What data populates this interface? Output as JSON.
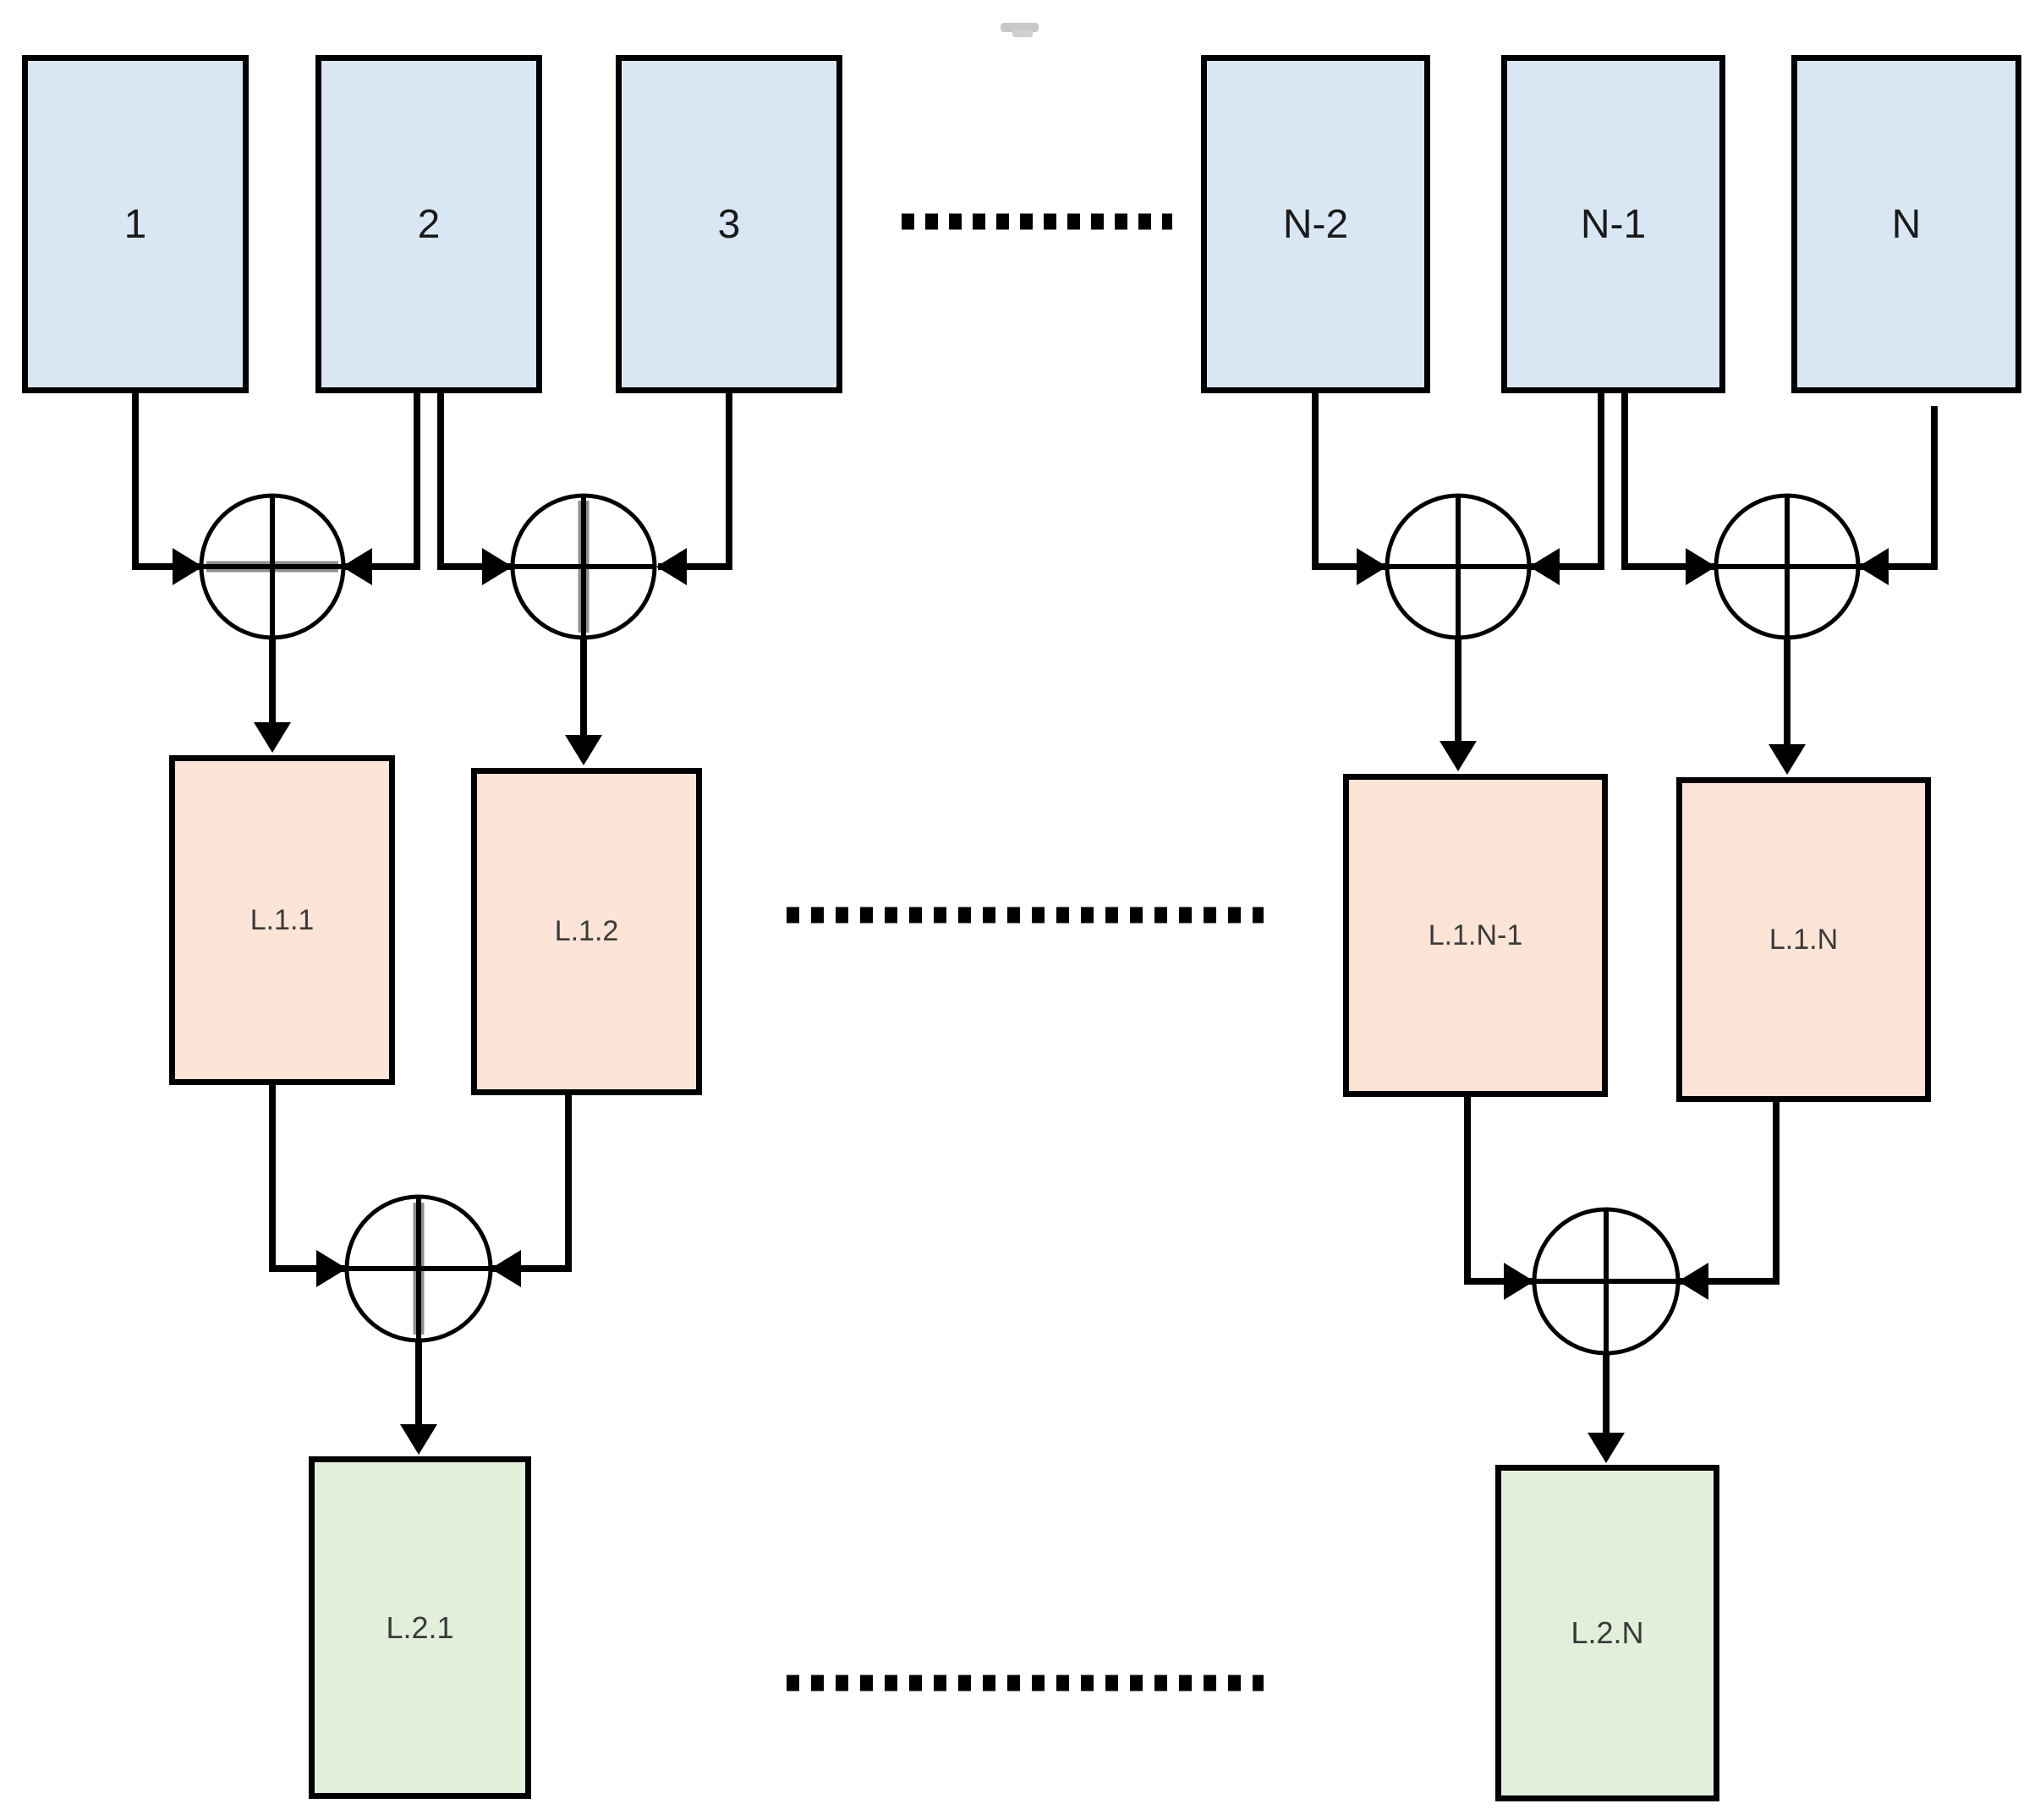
{
  "input_row": {
    "blocks": [
      {
        "label": "1"
      },
      {
        "label": "2"
      },
      {
        "label": "3"
      },
      {
        "label": "N-2"
      },
      {
        "label": "N-1"
      },
      {
        "label": "N"
      }
    ]
  },
  "level1_row": {
    "blocks": [
      {
        "label": "L.1.1"
      },
      {
        "label": "L.1.2"
      },
      {
        "label": "L.1.N-1"
      },
      {
        "label": "L.1.N"
      }
    ]
  },
  "level2_row": {
    "blocks": [
      {
        "label": "L.2.1"
      },
      {
        "label": "L.2.N"
      }
    ]
  },
  "xor_nodes": {
    "icon": "circle-plus-icon",
    "count": 6
  },
  "structure": {
    "level1_xor": [
      {
        "inputs": [
          "1",
          "2"
        ],
        "output": "L.1.1"
      },
      {
        "inputs": [
          "2",
          "3"
        ],
        "output": "L.1.2"
      },
      {
        "inputs": [
          "N-2",
          "N-1"
        ],
        "output": "L.1.N-1"
      },
      {
        "inputs": [
          "N-1",
          "N"
        ],
        "output": "L.1.N"
      }
    ],
    "level2_xor": [
      {
        "inputs": [
          "L.1.1",
          "L.1.2"
        ],
        "output": "L.2.1"
      },
      {
        "inputs": [
          "L.1.N-1",
          "L.1.N"
        ],
        "output": "L.2.N"
      }
    ]
  },
  "separators": {
    "style": "dotted",
    "count": 3
  },
  "colors": {
    "line": "#000000",
    "node_fill": "#ffffff",
    "input_fill": "#d9e7f5",
    "level1_fill": "#fce4d6",
    "level2_fill": "#e2efda",
    "gray_bar": "#8f8f8f",
    "artifact_gray": "#c8c8c8"
  }
}
